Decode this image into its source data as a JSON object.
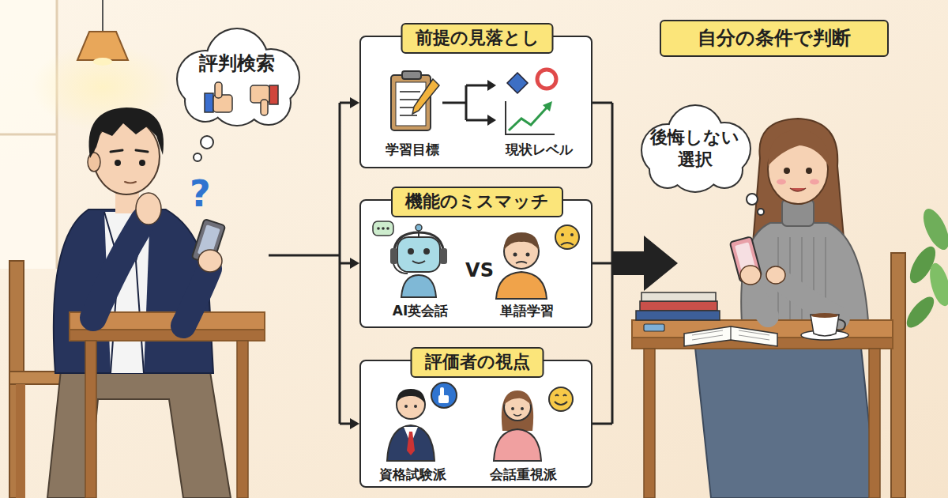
{
  "diagram": {
    "nodes": [
      {
        "text": [
          "評判検索"
        ]
      },
      {
        "text": [
          "前提の見落とし",
          "学習目標",
          "現状レベル"
        ]
      },
      {
        "text": [
          "機能のミスマッチ",
          "AI英会話",
          "VS",
          "単語学習"
        ]
      },
      {
        "text": [
          "評価者の視点",
          "資格試験派",
          "会話重視派"
        ]
      },
      {
        "text": [
          "自分の条件で判断"
        ]
      },
      {
        "text": [
          "後悔しない 選択"
        ]
      }
    ],
    "labels": [
      "?"
    ]
  }
}
